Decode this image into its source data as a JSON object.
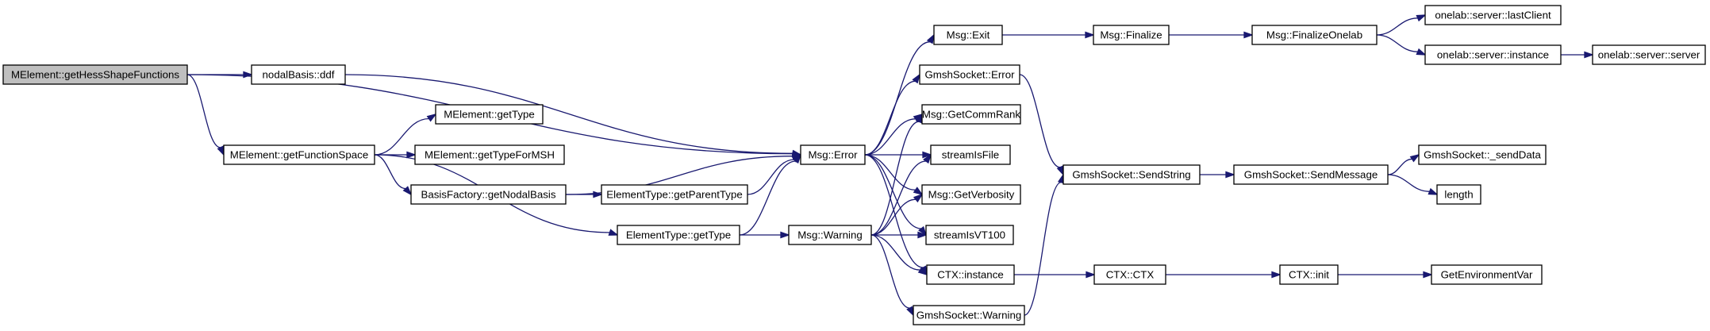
{
  "nodes": [
    {
      "id": "getHess",
      "label": "MElement::getHessShapeFunctions",
      "root": true
    },
    {
      "id": "ddf",
      "label": "nodalBasis::ddf"
    },
    {
      "id": "getFunctionSpace",
      "label": "MElement::getFunctionSpace"
    },
    {
      "id": "getType",
      "label": "MElement::getType"
    },
    {
      "id": "getTypeForMSH",
      "label": "MElement::getTypeForMSH"
    },
    {
      "id": "getNodalBasis",
      "label": "BasisFactory::getNodalBasis"
    },
    {
      "id": "getParentType",
      "label": "ElementType::getParentType"
    },
    {
      "id": "etGetType",
      "label": "ElementType::getType"
    },
    {
      "id": "msgError",
      "label": "Msg::Error"
    },
    {
      "id": "msgWarning",
      "label": "Msg::Warning"
    },
    {
      "id": "msgExit",
      "label": "Msg::Exit"
    },
    {
      "id": "gsError",
      "label": "GmshSocket::Error"
    },
    {
      "id": "getCommRank",
      "label": "Msg::GetCommRank"
    },
    {
      "id": "streamIsFile",
      "label": "streamIsFile"
    },
    {
      "id": "getVerbosity",
      "label": "Msg::GetVerbosity"
    },
    {
      "id": "streamIsVT100",
      "label": "streamIsVT100"
    },
    {
      "id": "ctxInstance",
      "label": "CTX::instance"
    },
    {
      "id": "gsWarning",
      "label": "GmshSocket::Warning"
    },
    {
      "id": "msgFinalize",
      "label": "Msg::Finalize"
    },
    {
      "id": "finalizeOnelab",
      "label": "Msg::FinalizeOnelab"
    },
    {
      "id": "lastClient",
      "label": "onelab::server::lastClient"
    },
    {
      "id": "serverInstance",
      "label": "onelab::server::instance"
    },
    {
      "id": "serverServer",
      "label": "onelab::server::server"
    },
    {
      "id": "sendString",
      "label": "GmshSocket::SendString"
    },
    {
      "id": "sendMessage",
      "label": "GmshSocket::SendMessage"
    },
    {
      "id": "sendData",
      "label": "GmshSocket::_sendData"
    },
    {
      "id": "length",
      "label": "length"
    },
    {
      "id": "ctxCtx",
      "label": "CTX::CTX"
    },
    {
      "id": "ctxInit",
      "label": "CTX::init"
    },
    {
      "id": "getEnvVar",
      "label": "GetEnvironmentVar"
    }
  ],
  "edges": [
    [
      "getHess",
      "ddf"
    ],
    [
      "getHess",
      "getFunctionSpace"
    ],
    [
      "getHess",
      "msgError"
    ],
    [
      "ddf",
      "msgError"
    ],
    [
      "getFunctionSpace",
      "getType"
    ],
    [
      "getFunctionSpace",
      "getTypeForMSH"
    ],
    [
      "getFunctionSpace",
      "getNodalBasis"
    ],
    [
      "getFunctionSpace",
      "etGetType"
    ],
    [
      "getNodalBasis",
      "msgError"
    ],
    [
      "getNodalBasis",
      "getParentType"
    ],
    [
      "getParentType",
      "msgError"
    ],
    [
      "etGetType",
      "msgError"
    ],
    [
      "etGetType",
      "msgWarning"
    ],
    [
      "msgError",
      "msgExit"
    ],
    [
      "msgError",
      "gsError"
    ],
    [
      "msgError",
      "getCommRank"
    ],
    [
      "msgError",
      "streamIsFile"
    ],
    [
      "msgError",
      "getVerbosity"
    ],
    [
      "msgError",
      "streamIsVT100"
    ],
    [
      "msgError",
      "ctxInstance"
    ],
    [
      "msgWarning",
      "getCommRank"
    ],
    [
      "msgWarning",
      "streamIsFile"
    ],
    [
      "msgWarning",
      "getVerbosity"
    ],
    [
      "msgWarning",
      "streamIsVT100"
    ],
    [
      "msgWarning",
      "ctxInstance"
    ],
    [
      "msgWarning",
      "gsWarning"
    ],
    [
      "msgExit",
      "msgFinalize"
    ],
    [
      "msgFinalize",
      "finalizeOnelab"
    ],
    [
      "finalizeOnelab",
      "lastClient"
    ],
    [
      "finalizeOnelab",
      "serverInstance"
    ],
    [
      "serverInstance",
      "serverServer"
    ],
    [
      "gsError",
      "sendString"
    ],
    [
      "gsWarning",
      "sendString"
    ],
    [
      "sendString",
      "sendMessage"
    ],
    [
      "sendMessage",
      "sendData"
    ],
    [
      "sendMessage",
      "length"
    ],
    [
      "ctxInstance",
      "ctxCtx"
    ],
    [
      "ctxCtx",
      "ctxInit"
    ],
    [
      "ctxInit",
      "getEnvVar"
    ]
  ]
}
